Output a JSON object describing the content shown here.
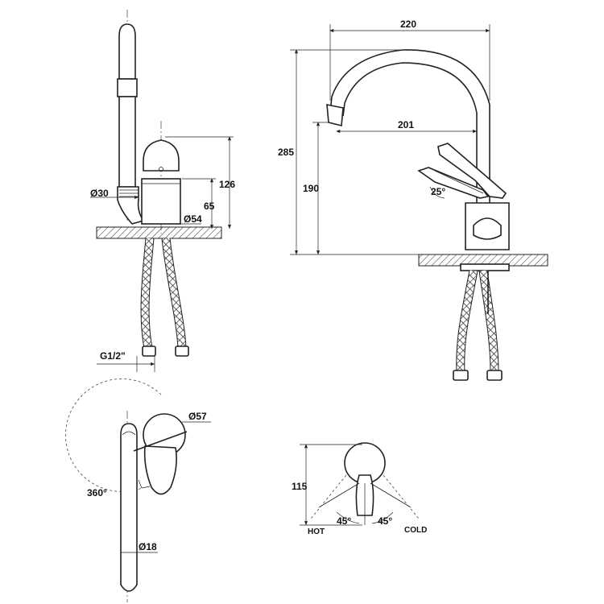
{
  "front_view": {
    "dim_height": "126",
    "dim_body_height": "65",
    "dim_spout_dia": "Ø30",
    "dim_body_dia": "Ø54",
    "dim_thread": "G1/2\""
  },
  "side_view": {
    "dim_reach": "220",
    "dim_reach_inner": "201",
    "dim_total_height": "285",
    "dim_spout_height": "190",
    "dim_lever_angle": "25°"
  },
  "top_view": {
    "dim_body_dia": "Ø57",
    "dim_rotation": "360°",
    "dim_spout_dia": "Ø18"
  },
  "handle_view": {
    "dim_length": "115",
    "dim_angle_left": "45°",
    "dim_angle_right": "45°",
    "label_hot": "HOT",
    "label_cold": "COLD"
  }
}
